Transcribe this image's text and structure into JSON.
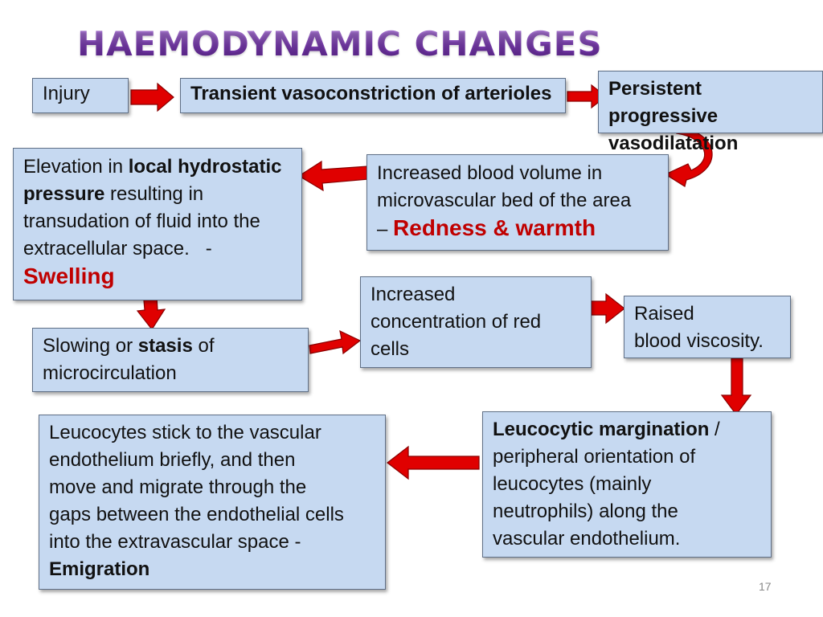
{
  "title": "HAEMODYNAMIC CHANGES",
  "page_number": "17",
  "colors": {
    "box_fill": "#c6d9f1",
    "box_border": "#5f6f86",
    "arrow_red": "#e00000",
    "emphasis_red": "#c00000",
    "title_purple": "#7a3cb0"
  },
  "boxes": {
    "injury": {
      "text": "Injury"
    },
    "vasoconstriction": {
      "text": "Transient vasoconstriction of arterioles"
    },
    "vasodilatation": {
      "line1": "Persistent progressive",
      "line2": "vasodilatation"
    },
    "blood_volume": {
      "line1": "Increased blood volume in",
      "line2": "microvascular bed of the area",
      "dash": "–",
      "emphasis": "Redness & warmth"
    },
    "hydrostatic": {
      "t1": "Elevation in ",
      "b1": "local hydrostatic",
      "b2": "pressure",
      "t2": " resulting in",
      "t3": "transudation of fluid into the",
      "t4": "extracellular space.   -",
      "emphasis": "Swelling"
    },
    "stasis": {
      "t1": "Slowing or ",
      "b1": "stasis",
      "t2": " of",
      "t3": "microcirculation"
    },
    "concentration": {
      "line1": "Increased",
      "line2": "concentration of red",
      "line3": "cells"
    },
    "viscosity": {
      "line1": "Raised",
      "line2": "blood viscosity."
    },
    "margination": {
      "b1": "Leucocytic margination",
      "t1": " /",
      "t2": "peripheral orientation of",
      "t3": "leucocytes (mainly",
      "t4": "neutrophils) along the",
      "t5": "vascular endothelium."
    },
    "emigration": {
      "t1": "Leucocytes stick to the vascular",
      "t2": "endothelium briefly, and then",
      "t3": "move and migrate through the",
      "t4": "gaps between the endothelial cells",
      "t5": "into the extravascular space -",
      "b1": "Emigration"
    }
  }
}
